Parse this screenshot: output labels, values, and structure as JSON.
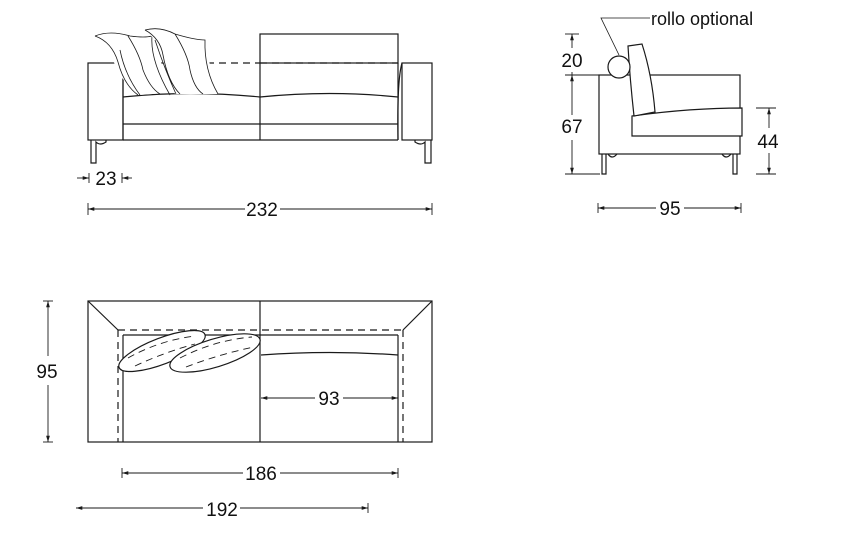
{
  "drawing": {
    "front_view": {
      "width_label": "232",
      "arm_label": "23"
    },
    "side_view": {
      "rollo_label": "rollo optional",
      "rollo_height_label": "20",
      "back_height_label": "67",
      "seat_height_label": "44",
      "depth_label": "95"
    },
    "plan_view": {
      "depth_label": "95",
      "seat_width_label": "93",
      "inner_width_label": "186",
      "width_label": "192"
    }
  }
}
